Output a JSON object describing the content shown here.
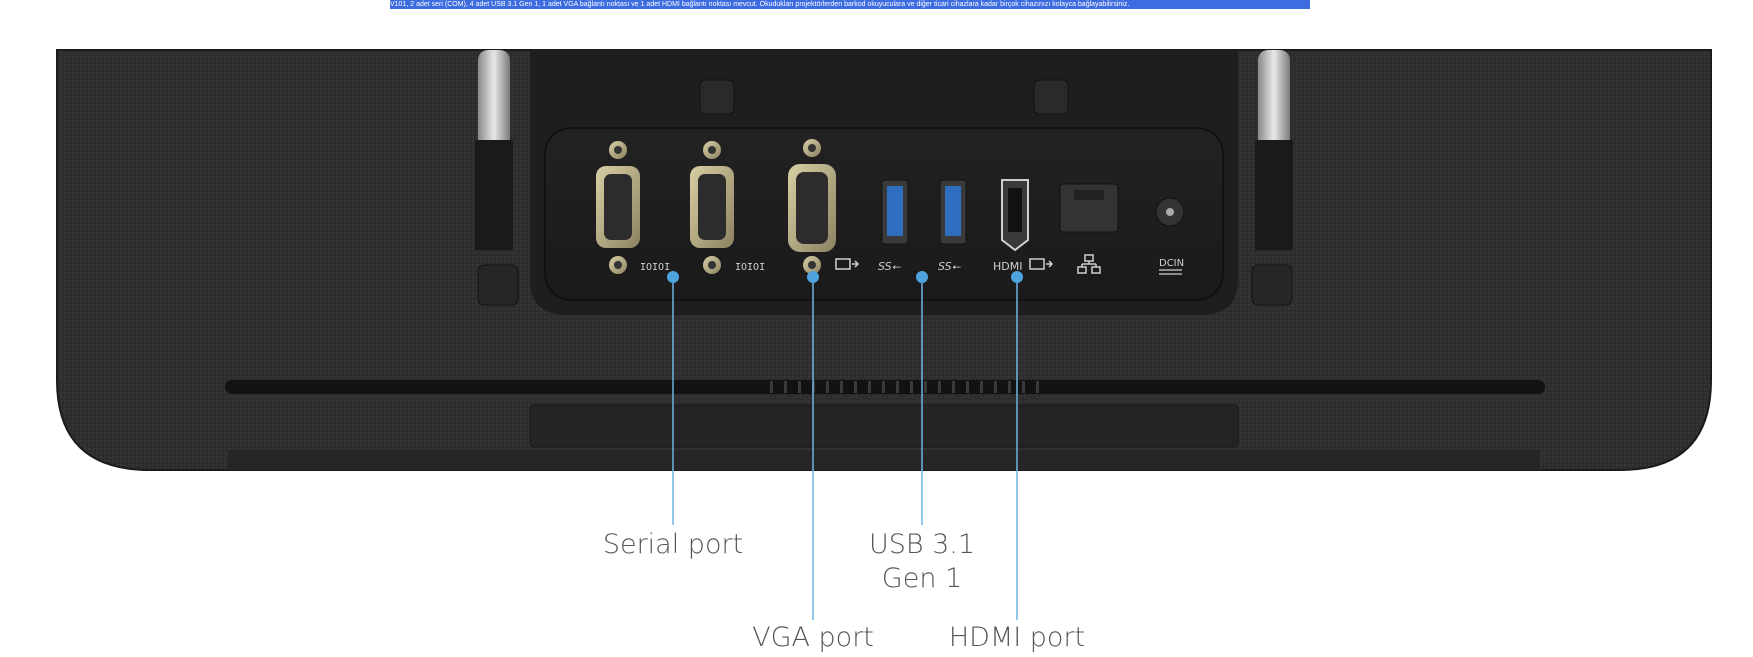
{
  "banner": {
    "text": "V101, 2 adet seri (COM), 4 adet USB 3.1 Gen 1, 1 adet VGA bağlantı noktası ve 1 adet HDMI bağlantı noktası mevcut. Okudukları projektörlerden barkod okuyuculara ve diğer ticari cihazlara kadar birçok cihazınızı kolayca bağlayabilirsiniz."
  },
  "port_icons": {
    "serial1": "IOIOI",
    "serial2": "IOIOI",
    "usb1": "SS⭠",
    "usb2": "SS⭠",
    "hdmi": "HDMI",
    "dcin": "DCIN"
  },
  "callouts": {
    "serial": "Serial port",
    "usb_line1": "USB 3.1",
    "usb_line2": "Gen 1",
    "vga": "VGA port",
    "hdmi": "HDMI port"
  },
  "colors": {
    "accent": "#4ea3dc",
    "line": "#6fb3e3",
    "body": "#2b2b2b",
    "usb_blue": "#2f6fc0"
  }
}
